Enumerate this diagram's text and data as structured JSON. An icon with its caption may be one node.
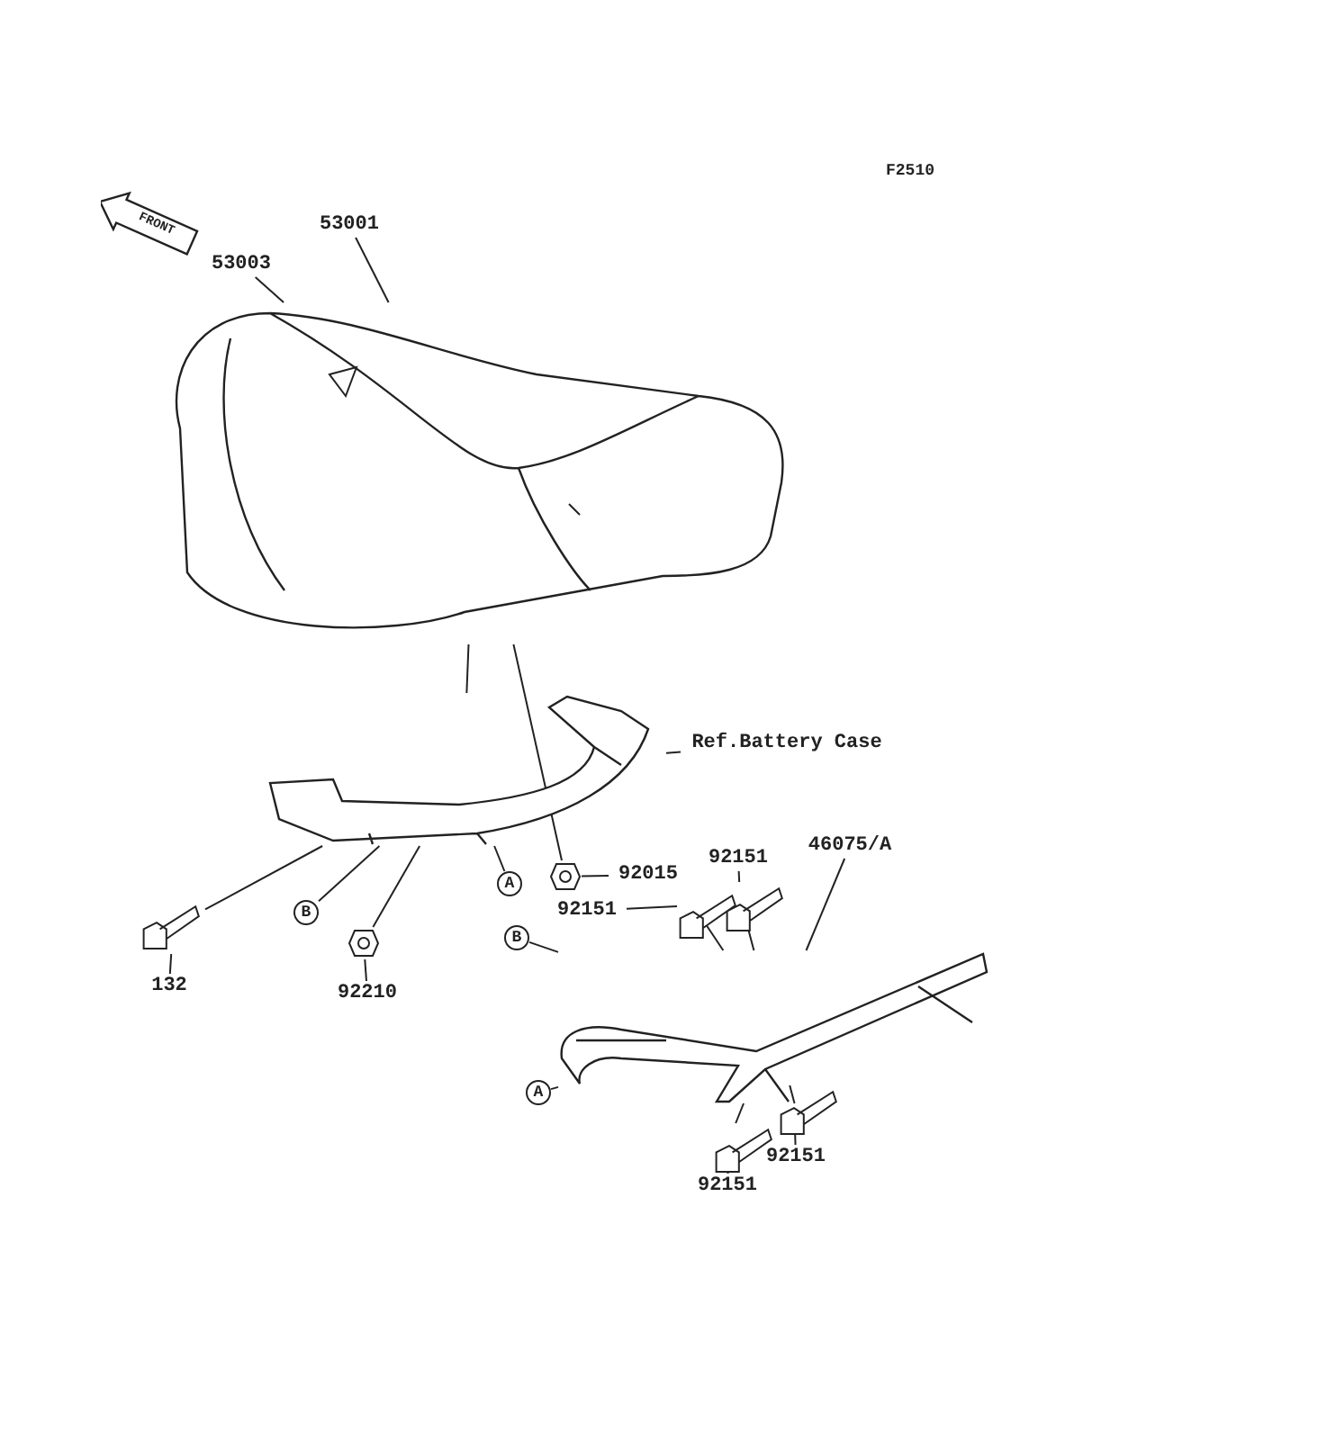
{
  "diagram": {
    "nodes": [
      {
        "text": [
          "53001"
        ]
      },
      {
        "text": [
          "53003"
        ]
      },
      {
        "text": [],
        "shape": "picture"
      },
      {
        "text": [
          "Ref.Battery Case"
        ]
      },
      {
        "text": [],
        "shape": "picture"
      },
      {
        "text": [
          "92015"
        ]
      },
      {
        "text": [],
        "shape": "picture"
      },
      {
        "text": [
          "132"
        ]
      },
      {
        "text": [],
        "shape": "picture"
      },
      {
        "text": [
          "92210"
        ]
      },
      {
        "text": [],
        "shape": "picture"
      },
      {
        "text": [
          "46075/A"
        ]
      },
      {
        "text": [],
        "shape": "picture"
      },
      {
        "text": [
          "92151"
        ]
      },
      {
        "text": [
          "92151"
        ]
      },
      {
        "text": [
          "92151"
        ]
      },
      {
        "text": [
          "92151"
        ]
      },
      {
        "text": [],
        "shape": "picture"
      },
      {
        "text": [],
        "shape": "picture"
      },
      {
        "text": [],
        "shape": "picture"
      },
      {
        "text": [],
        "shape": "picture"
      },
      {
        "text": [
          "A"
        ]
      },
      {
        "text": [
          "B"
        ]
      },
      {
        "text": [
          "B"
        ]
      },
      {
        "text": [
          "A"
        ]
      }
    ],
    "edges": [
      {
        "from": 0,
        "to": 2,
        "arrow": "none"
      },
      {
        "from": 1,
        "to": 2,
        "arrow": "none"
      },
      {
        "from": 2,
        "to": 4,
        "arrow": "none"
      },
      {
        "from": 3,
        "to": 4,
        "arrow": "none"
      },
      {
        "from": 5,
        "to": 6,
        "arrow": "none"
      },
      {
        "from": 6,
        "to": 2,
        "arrow": "none"
      },
      {
        "from": 7,
        "to": 8,
        "arrow": "none"
      },
      {
        "from": 8,
        "to": 4,
        "arrow": "none"
      },
      {
        "from": 9,
        "to": 10,
        "arrow": "none"
      },
      {
        "from": 10,
        "to": 4,
        "arrow": "none"
      },
      {
        "from": 11,
        "to": 12,
        "arrow": "none"
      },
      {
        "from": 13,
        "to": 17,
        "arrow": "none"
      },
      {
        "from": 14,
        "to": 18,
        "arrow": "none"
      },
      {
        "from": 15,
        "to": 19,
        "arrow": "none"
      },
      {
        "from": 16,
        "to": 20,
        "arrow": "none"
      },
      {
        "from": 17,
        "to": 12,
        "arrow": "none"
      },
      {
        "from": 18,
        "to": 12,
        "arrow": "none"
      },
      {
        "from": 19,
        "to": 12,
        "arrow": "none"
      },
      {
        "from": 20,
        "to": 12,
        "arrow": "none"
      },
      {
        "from": 21,
        "to": 4,
        "arrow": "none"
      },
      {
        "from": 22,
        "to": 4,
        "arrow": "none"
      },
      {
        "from": 23,
        "to": 12,
        "arrow": "none"
      },
      {
        "from": 24,
        "to": 12,
        "arrow": "none"
      }
    ],
    "labels": [
      "F2510",
      "FRONT"
    ]
  }
}
